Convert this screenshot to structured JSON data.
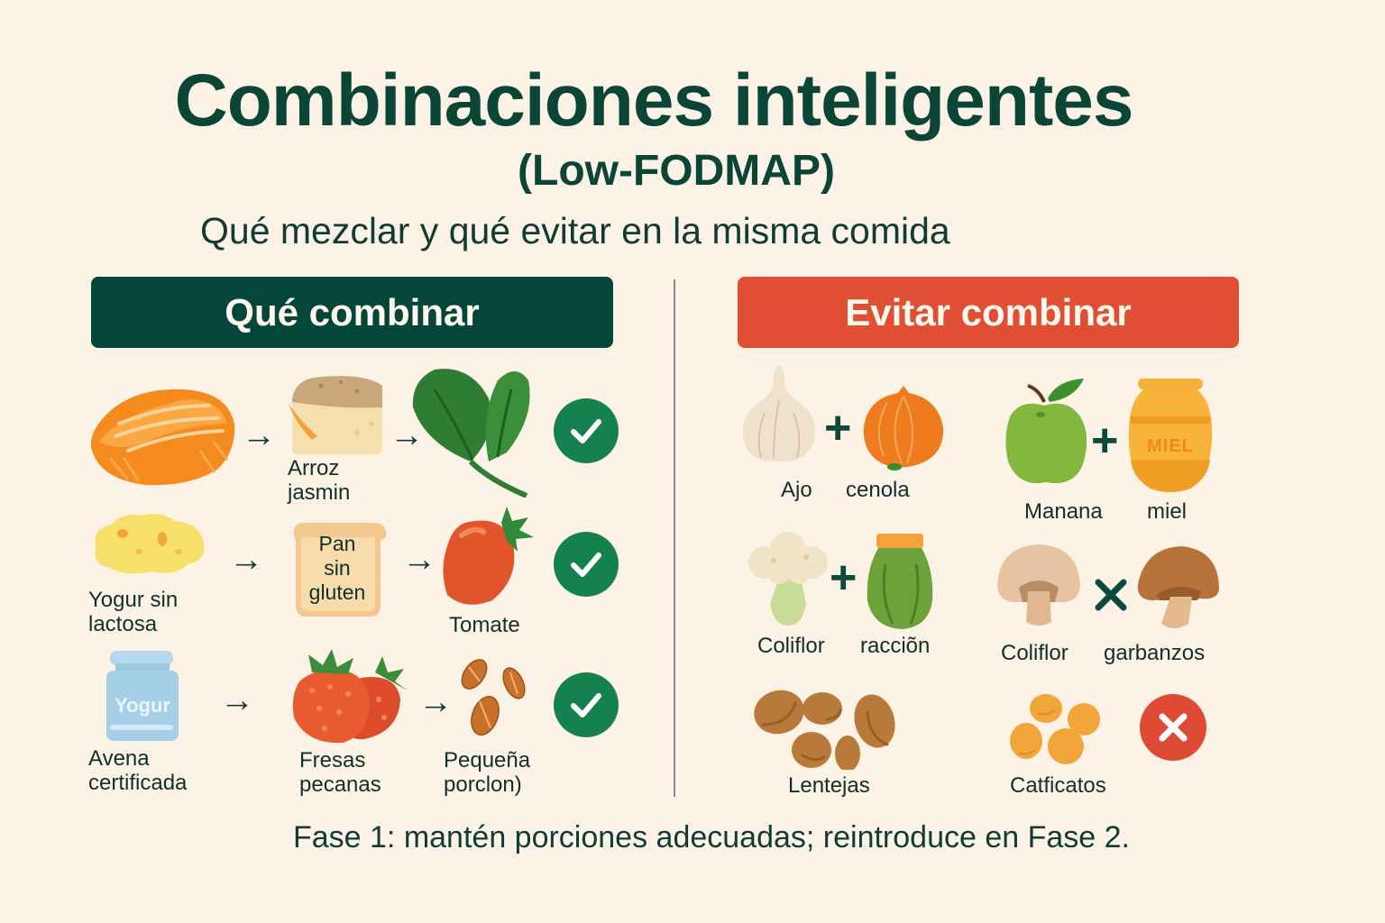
{
  "header": {
    "title": "Combinaciones inteligentes",
    "subtitle": "(Low-FODMAP)",
    "tagline": "Qué mezclar y qué evitar en la misma comida"
  },
  "colors": {
    "background": "#fcf3e6",
    "good_header": "#05463a",
    "bad_header": "#e04e34",
    "check": "#14814f",
    "cross": "#de4a34",
    "text": "#0f3d33"
  },
  "good_panel": {
    "heading": "Qué combinar",
    "rows": [
      {
        "items": [
          {
            "icon": "salmon-icon",
            "label": ""
          },
          {
            "icon": "rice-block-icon",
            "label": "Arroz\njasmin"
          },
          {
            "icon": "spinach-icon",
            "label": ""
          }
        ],
        "connector": "→",
        "status": "check-icon"
      },
      {
        "items": [
          {
            "icon": "scrambled-cheese-icon",
            "label": "Yogur sin\nlactosa"
          },
          {
            "icon": "bread-slice-icon",
            "label": "Pan\nsin\ngluten"
          },
          {
            "icon": "tomato-icon",
            "label": "Tomate"
          }
        ],
        "connector": "→",
        "status": "check-icon"
      },
      {
        "items": [
          {
            "icon": "yogurt-jar-icon",
            "label": "Avena\ncertificada",
            "jar_text": "Yogur"
          },
          {
            "icon": "strawberries-icon",
            "label": "Fresas\npecanas"
          },
          {
            "icon": "pecans-icon",
            "label": "Pequeña\nporclon)"
          }
        ],
        "connector": "→",
        "status": "check-icon"
      }
    ]
  },
  "bad_panel": {
    "heading": "Evitar combinar",
    "pairs": [
      {
        "left": {
          "icon": "garlic-icon",
          "label": "Ajo"
        },
        "op": "+",
        "right": {
          "icon": "onion-icon",
          "label": "cenola"
        }
      },
      {
        "left": {
          "icon": "green-apple-icon",
          "label": "Manana"
        },
        "op": "+",
        "right": {
          "icon": "honey-jar-icon",
          "label": "miel",
          "jar_text": "MIEL"
        }
      },
      {
        "left": {
          "icon": "cauliflower-icon",
          "label": "Coliflor"
        },
        "op": "+",
        "right": {
          "icon": "green-pot-icon",
          "label": "racciõn"
        }
      },
      {
        "left": {
          "icon": "mushroom-light-icon",
          "label": "Coliflor"
        },
        "op": "×",
        "right": {
          "icon": "mushroom-brown-icon",
          "label": "garbanzos"
        }
      },
      {
        "left": {
          "icon": "lentils-icon",
          "label": "Lentejas"
        }
      },
      {
        "left": {
          "icon": "chickpeas-icon",
          "label": "Catficatos"
        },
        "status": "cross-icon"
      }
    ]
  },
  "footer": {
    "note": "Fase 1: mantén porciones adecuadas; reintroduce en Fase 2."
  }
}
